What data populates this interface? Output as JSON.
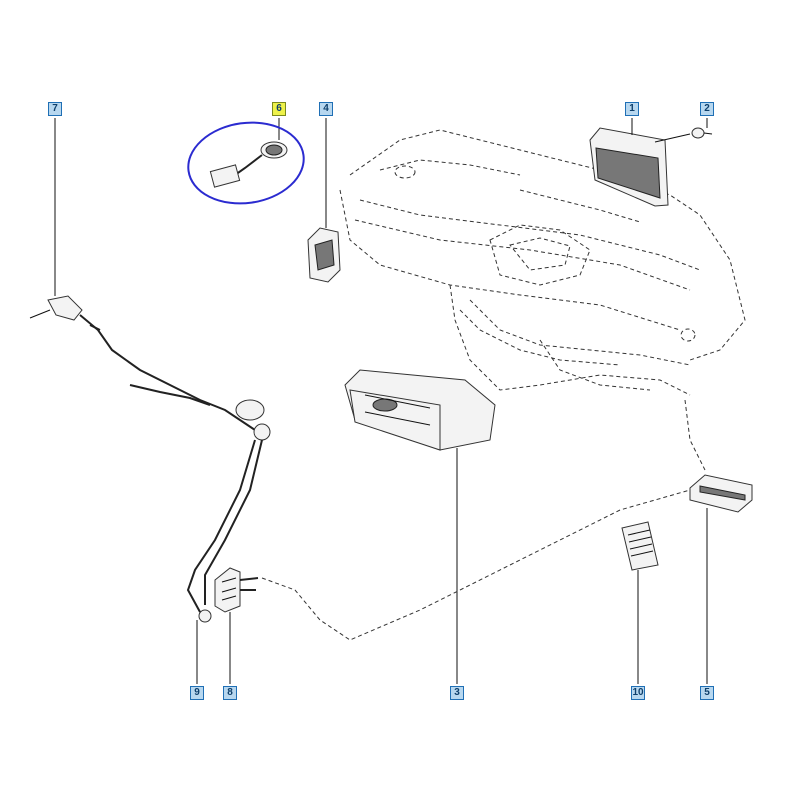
{
  "callouts": {
    "c1": "1",
    "c2": "2",
    "c3": "3",
    "c4": "4",
    "c5": "5",
    "c6": "6",
    "c7": "7",
    "c8": "8",
    "c9": "9",
    "c10": "10"
  },
  "colors": {
    "callout_fill": "#b7d7ef",
    "callout_border": "#1f6fb5",
    "highlight_fill": "#eef24a",
    "highlight_circle": "#2b2bd0"
  }
}
